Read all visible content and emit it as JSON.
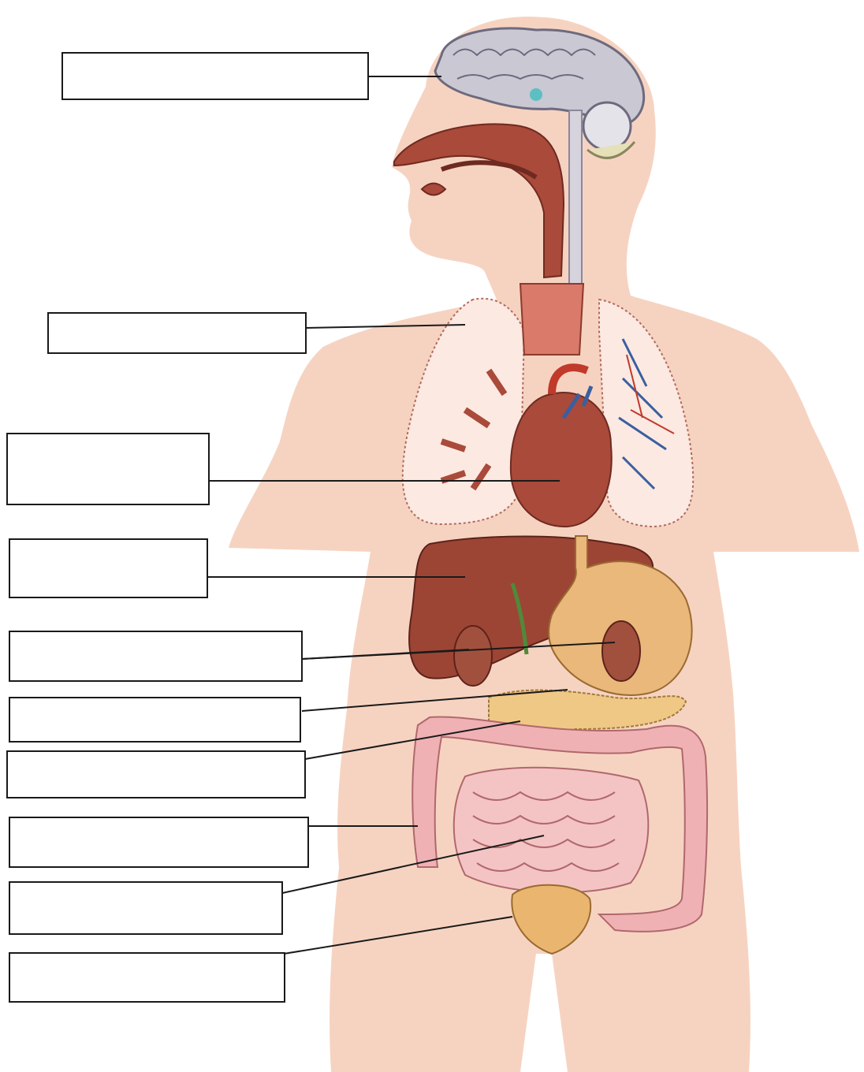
{
  "labels": [
    {
      "id": "brain",
      "text": ""
    },
    {
      "id": "lungs",
      "text": ""
    },
    {
      "id": "heart",
      "text": ""
    },
    {
      "id": "liver",
      "text": ""
    },
    {
      "id": "kidneys",
      "text": ""
    },
    {
      "id": "stomach",
      "text": ""
    },
    {
      "id": "pancreas",
      "text": ""
    },
    {
      "id": "large-intestine",
      "text": ""
    },
    {
      "id": "small-intestine",
      "text": ""
    },
    {
      "id": "bladder",
      "text": ""
    }
  ],
  "colors": {
    "skin": "#f6d3c1",
    "organ_red": "#a94a3a",
    "lung": "#fbe9e2",
    "intestine": "#efb1b4",
    "stomach": "#e9b87a",
    "brain": "#c9c8d3",
    "leader_line": "#1a1a1a"
  }
}
